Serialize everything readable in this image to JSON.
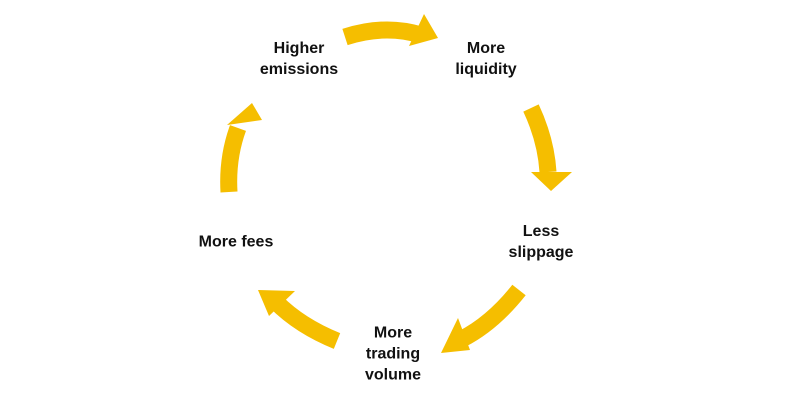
{
  "diagram": {
    "arrow_color": "#F5BE00",
    "nodes": [
      {
        "id": "higher-emissions",
        "lines": [
          "Higher",
          "emissions"
        ]
      },
      {
        "id": "more-liquidity",
        "lines": [
          "More",
          "liquidity"
        ]
      },
      {
        "id": "less-slippage",
        "lines": [
          "Less",
          "slippage"
        ]
      },
      {
        "id": "more-trading-volume",
        "lines": [
          "More",
          "trading",
          "volume"
        ]
      },
      {
        "id": "more-fees",
        "lines": [
          "More fees"
        ]
      }
    ],
    "edges": [
      {
        "from": "higher-emissions",
        "to": "more-liquidity"
      },
      {
        "from": "more-liquidity",
        "to": "less-slippage"
      },
      {
        "from": "less-slippage",
        "to": "more-trading-volume"
      },
      {
        "from": "more-trading-volume",
        "to": "more-fees"
      },
      {
        "from": "more-fees",
        "to": "higher-emissions"
      }
    ]
  }
}
